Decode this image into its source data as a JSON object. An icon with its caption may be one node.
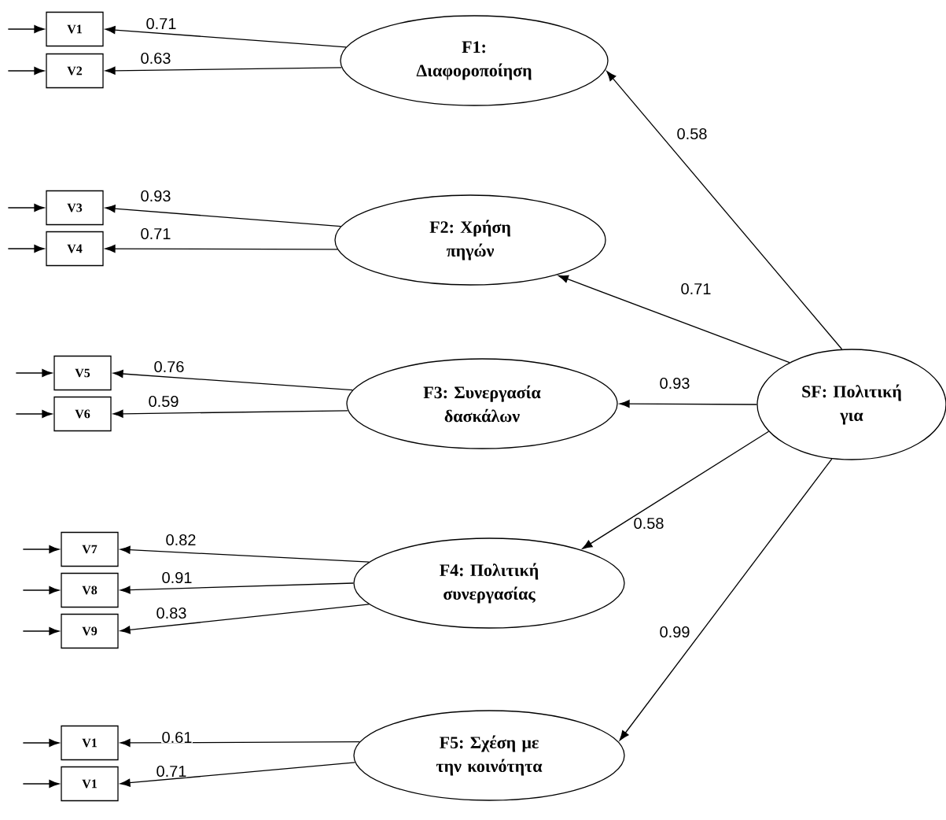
{
  "diagram": {
    "nodes": [
      {
        "text": [
          "V1"
        ]
      },
      {
        "text": [
          "V2"
        ]
      },
      {
        "text": [
          "F1: Διαφοροποίηση"
        ]
      },
      {
        "text": [
          "V3"
        ]
      },
      {
        "text": [
          "V4"
        ]
      },
      {
        "text": [
          "F2: Χρήση πηγών"
        ]
      },
      {
        "text": [
          "V5"
        ]
      },
      {
        "text": [
          "V6"
        ]
      },
      {
        "text": [
          "F3: Συνεργασία δασκάλων"
        ]
      },
      {
        "text": [
          "SF: Πολιτική για"
        ]
      },
      {
        "text": [
          "V7"
        ]
      },
      {
        "text": [
          "V8"
        ]
      },
      {
        "text": [
          "V9"
        ]
      },
      {
        "text": [
          "F4: Πολιτική συνεργασίας"
        ]
      },
      {
        "text": [
          "V1"
        ]
      },
      {
        "text": [
          "V1"
        ]
      },
      {
        "text": [
          "F5: Σχέση με την κοινότητα"
        ]
      }
    ],
    "edges": [
      {
        "from": null,
        "to": 0,
        "arrow": "to"
      },
      {
        "from": null,
        "to": 1,
        "arrow": "to"
      },
      {
        "from": 2,
        "to": 0,
        "arrow": "to",
        "label": "0.71"
      },
      {
        "from": 2,
        "to": 1,
        "arrow": "to",
        "label": "0.63"
      },
      {
        "from": 9,
        "to": 2,
        "arrow": "to",
        "label": "0.58"
      },
      {
        "from": null,
        "to": 3,
        "arrow": "to"
      },
      {
        "from": null,
        "to": 4,
        "arrow": "to"
      },
      {
        "from": 5,
        "to": 3,
        "arrow": "to",
        "label": "0.93"
      },
      {
        "from": 5,
        "to": 4,
        "arrow": "to",
        "label": "0.71"
      },
      {
        "from": 9,
        "to": 5,
        "arrow": "to",
        "label": "0.71"
      },
      {
        "from": null,
        "to": 6,
        "arrow": "to"
      },
      {
        "from": null,
        "to": 7,
        "arrow": "to"
      },
      {
        "from": 8,
        "to": 6,
        "arrow": "to",
        "label": "0.76"
      },
      {
        "from": 8,
        "to": 7,
        "arrow": "to",
        "label": "0.59"
      },
      {
        "from": 9,
        "to": 8,
        "arrow": "to",
        "label": "0.93"
      },
      {
        "from": null,
        "to": 10,
        "arrow": "to"
      },
      {
        "from": null,
        "to": 11,
        "arrow": "to"
      },
      {
        "from": null,
        "to": 12,
        "arrow": "to"
      },
      {
        "from": 13,
        "to": 10,
        "arrow": "to",
        "label": "0.82"
      },
      {
        "from": 13,
        "to": 11,
        "arrow": "to",
        "label": "0.91"
      },
      {
        "from": 13,
        "to": 12,
        "arrow": "to",
        "label": "0.83"
      },
      {
        "from": 9,
        "to": 13,
        "arrow": "to",
        "label": "0.58"
      },
      {
        "from": null,
        "to": 14,
        "arrow": "to"
      },
      {
        "from": null,
        "to": 15,
        "arrow": "to"
      },
      {
        "from": 16,
        "to": 14,
        "arrow": "to",
        "label": "0.61"
      },
      {
        "from": 16,
        "to": 15,
        "arrow": "to",
        "label": "0.71"
      },
      {
        "from": 9,
        "to": 16,
        "arrow": "to",
        "label": "0.99"
      }
    ]
  }
}
